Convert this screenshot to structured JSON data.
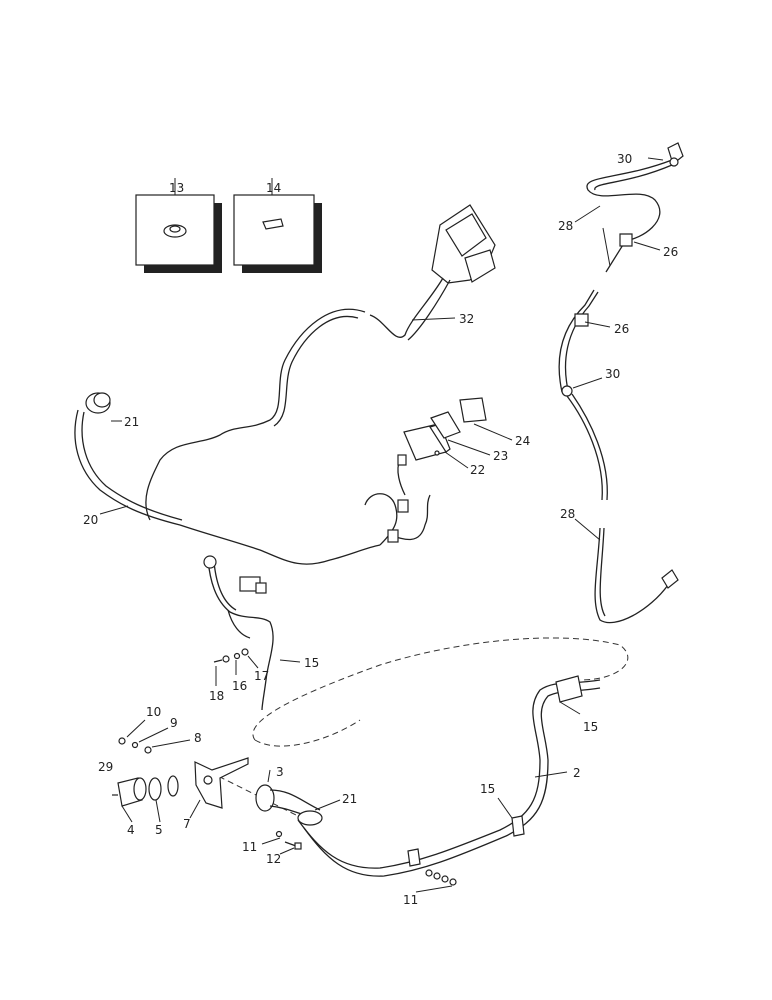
{
  "callouts": {
    "c13": "13",
    "c14": "14",
    "c30a": "30",
    "c28a": "28",
    "c26a": "26",
    "c26b": "26",
    "c30b": "30",
    "c28b": "28",
    "c32": "32",
    "c21a": "21",
    "c24": "24",
    "c23": "23",
    "c22": "22",
    "c20": "20",
    "c15a": "15",
    "c18": "18",
    "c16": "16",
    "c17": "17",
    "c10": "10",
    "c9": "9",
    "c8": "8",
    "c29": "29",
    "c4": "4",
    "c5": "5",
    "c7": "7",
    "c3": "3",
    "c21b": "21",
    "c15b": "15",
    "c15c": "15",
    "c2": "2",
    "c11a": "11",
    "c12": "12",
    "c11b": "11"
  }
}
